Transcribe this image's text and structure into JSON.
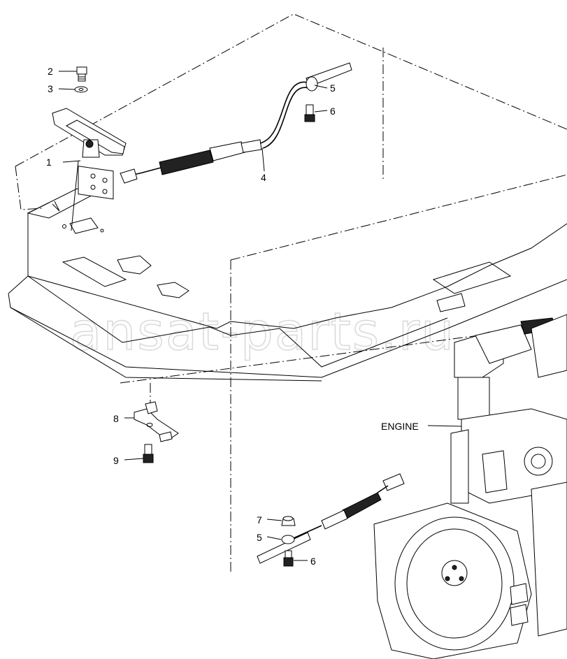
{
  "watermark": "ansat-parts.ru",
  "engine_label": "ENGINE",
  "callouts": {
    "c1": "1",
    "c2": "2",
    "c3": "3",
    "c4": "4",
    "c5_top": "5",
    "c6_top": "6",
    "c7": "7",
    "c5_bottom": "5",
    "c6_bottom": "6",
    "c8": "8",
    "c9": "9"
  }
}
